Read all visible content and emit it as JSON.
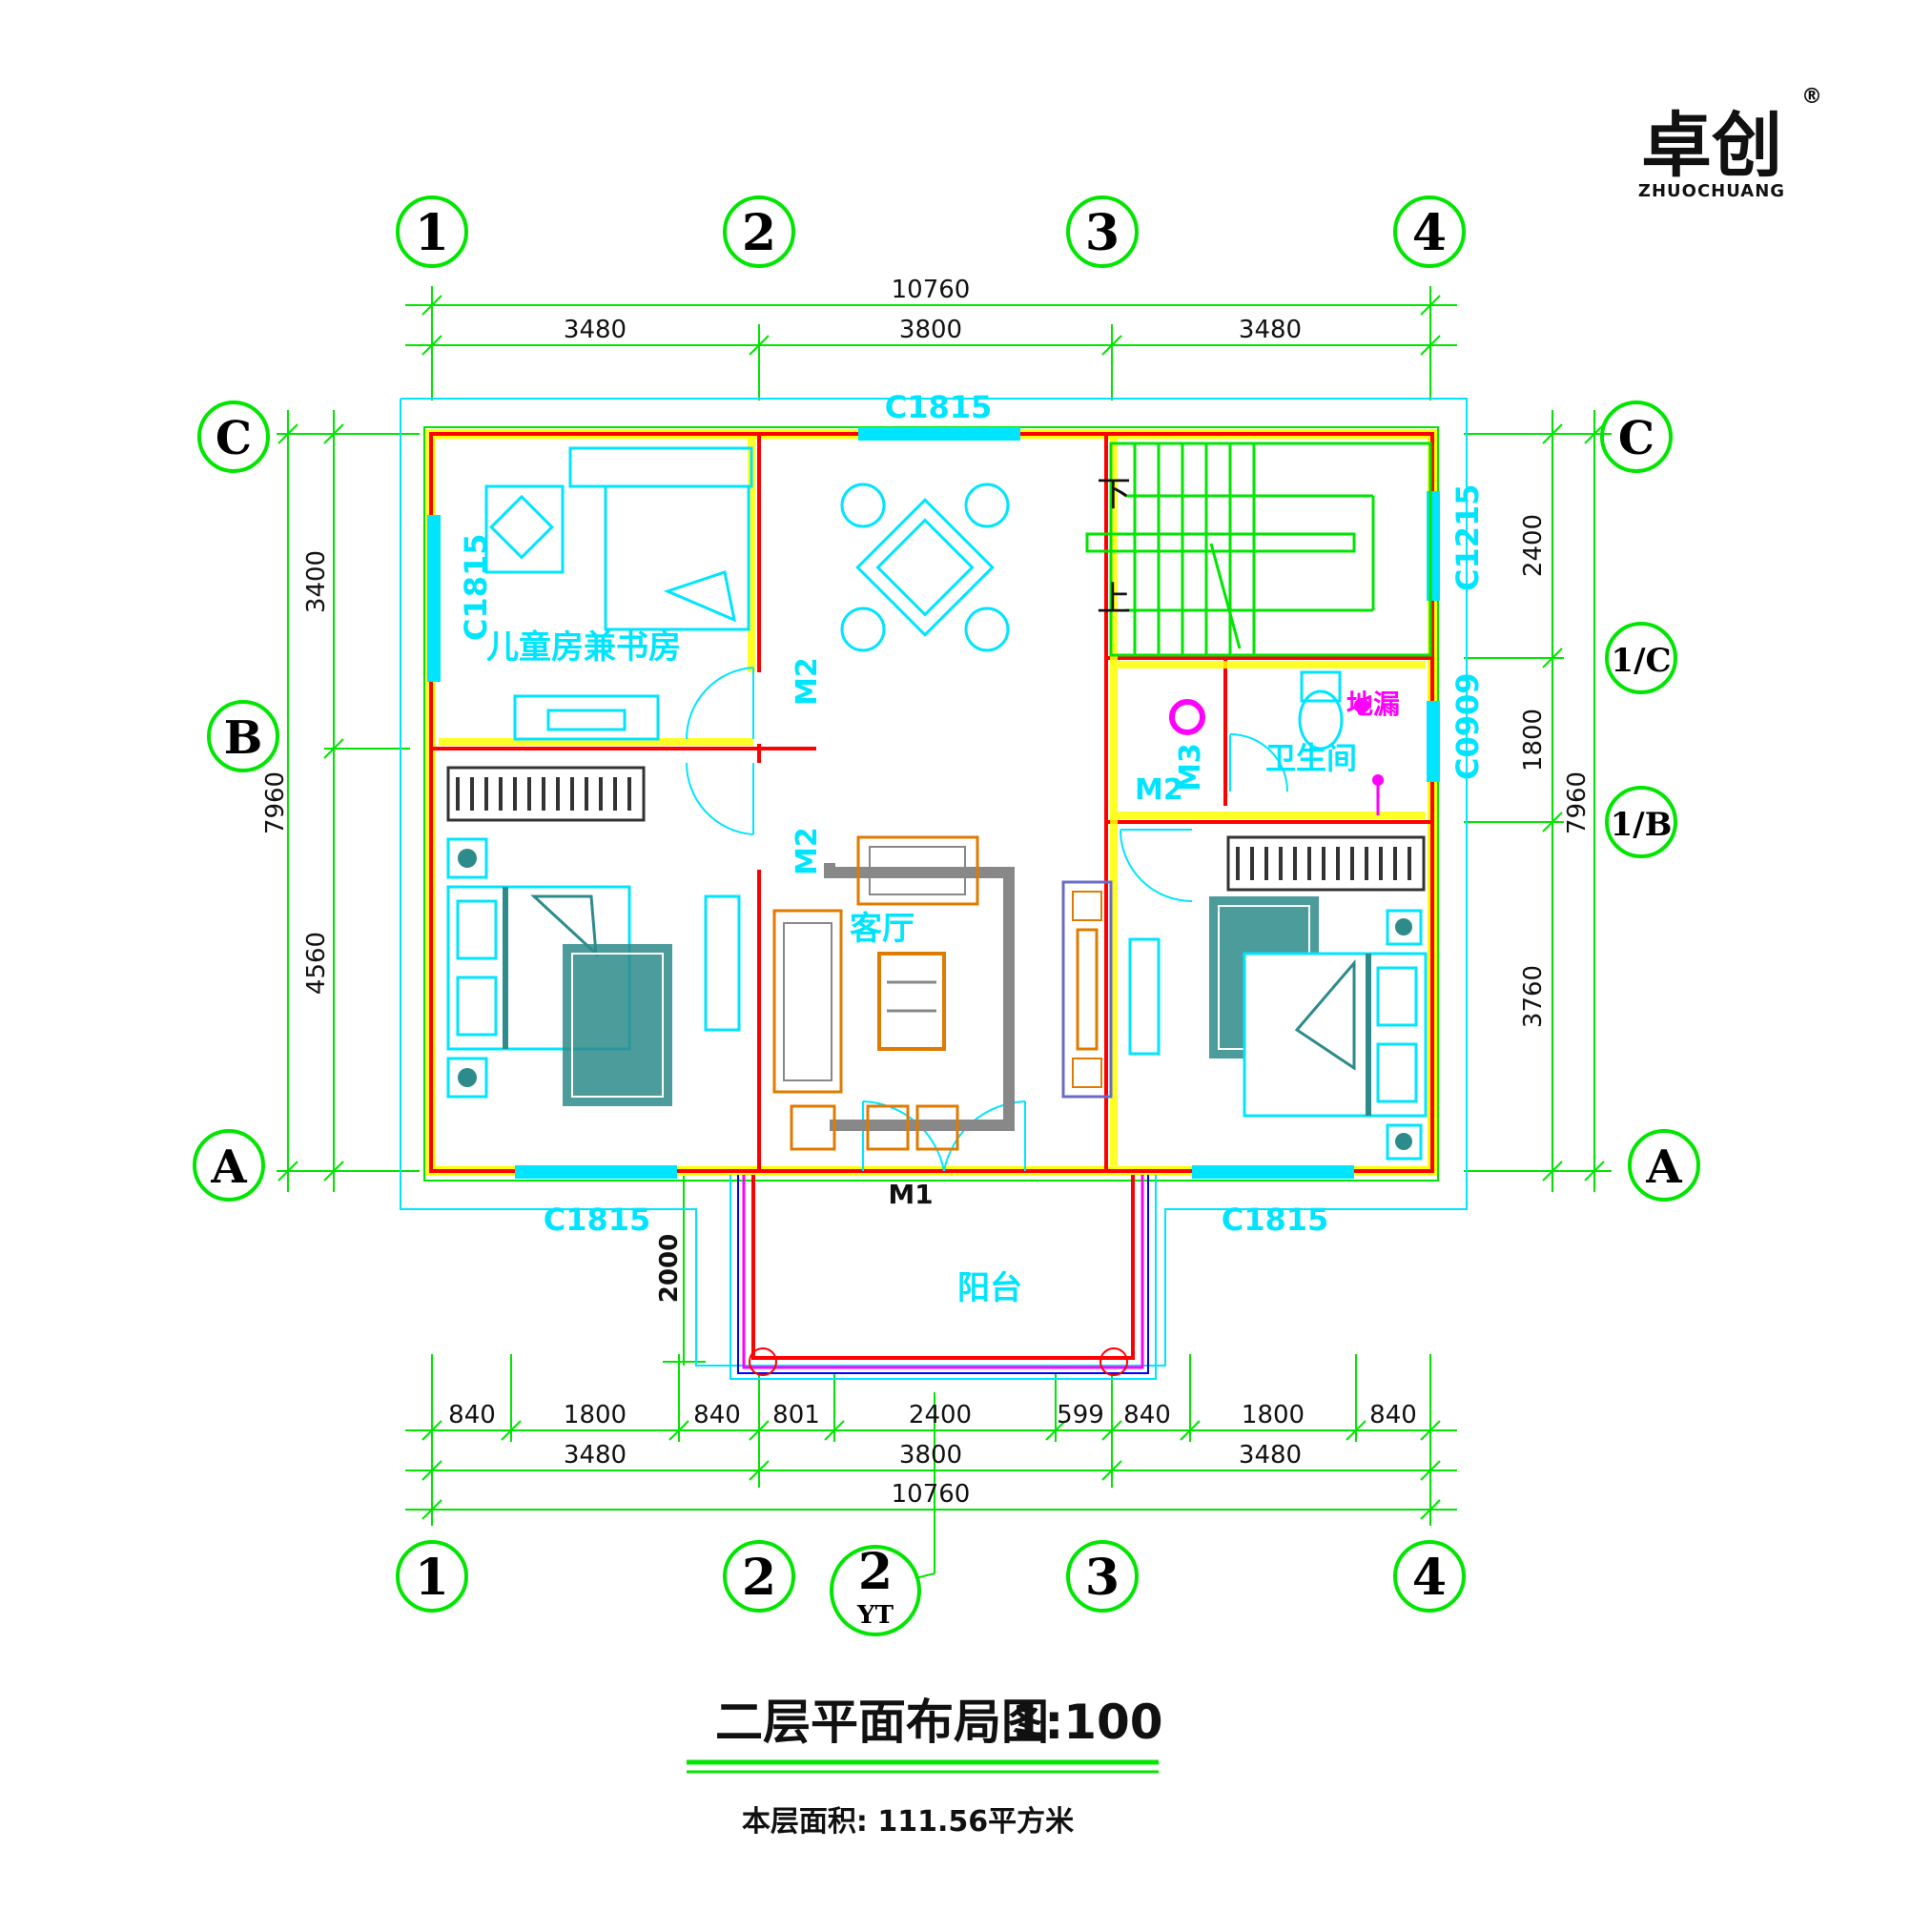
{
  "logo": {
    "brand": "卓创",
    "sub": "ZHUOCHUANG",
    "reg": "®"
  },
  "axes": {
    "top": [
      "1",
      "2",
      "3",
      "4"
    ],
    "bottom": [
      "1",
      "2",
      "2",
      "3",
      "4"
    ],
    "bottom_sub": "YT",
    "left": [
      "C",
      "B",
      "A"
    ],
    "right": [
      "C",
      "1/C",
      "1/B",
      "A"
    ]
  },
  "dimensions": {
    "top_total": "10760",
    "top_parts": [
      "3480",
      "3800",
      "3480"
    ],
    "left_total": "7960",
    "left_parts": [
      "3400",
      "4560"
    ],
    "right_total": "7960",
    "right_parts": [
      "2400",
      "1800",
      "3760"
    ],
    "balcony_depth": "2000",
    "bottom_detail": [
      "840",
      "1800",
      "840",
      "801",
      "2400",
      "599",
      "840",
      "1800",
      "840"
    ],
    "bottom_parts": [
      "3480",
      "3800",
      "3480"
    ],
    "bottom_total": "10760"
  },
  "windows": {
    "top": "C1815",
    "left": "C1815",
    "right_upper": "C1215",
    "right_lower": "C0909",
    "bottom_left": "C1815",
    "bottom_right": "C1815"
  },
  "doors": {
    "m1": "M1",
    "m2": "M2",
    "m3": "M3"
  },
  "rooms": {
    "kids_study": "儿童房兼书房",
    "living": "客厅",
    "bath": "卫生间",
    "floor_drain": "地漏",
    "balcony": "阳台",
    "stair_down": "下",
    "stair_up": "上"
  },
  "title": {
    "main": "二层平面布局图",
    "scale": "1:100",
    "area": "本层面积: 111.56平方米"
  },
  "colors": {
    "green": "#00e600",
    "red": "#ff0000",
    "yellow": "#ffff00",
    "cyan": "#00e5ff",
    "teal": "#2e8b8b",
    "orange": "#e07b00",
    "gray": "#888888",
    "magenta": "#ff00ff",
    "blue": "#0000ff"
  }
}
